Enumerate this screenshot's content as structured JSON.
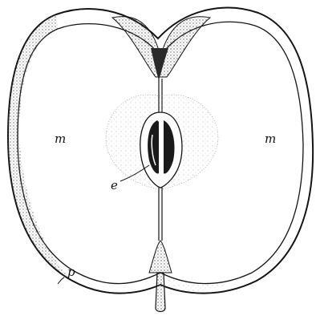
{
  "figure": {
    "labels": {
      "mesocarp_left": "m",
      "mesocarp_right": "m",
      "endocarp": "e",
      "pericarp": "p"
    },
    "colors": {
      "ink": "#141414",
      "paper": "#ffffff",
      "stipple": "#7a7a7a",
      "dark_core": "#1a1a1a"
    }
  }
}
